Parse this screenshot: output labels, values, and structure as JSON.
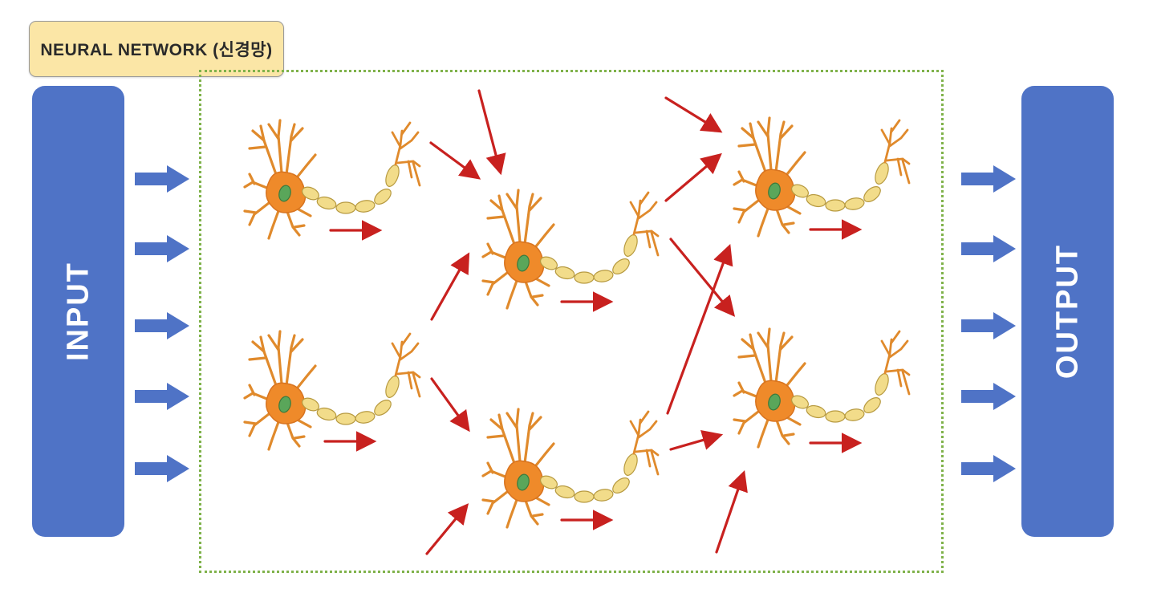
{
  "title": "NEURAL NETWORK (신경망)",
  "input_label": "INPUT",
  "output_label": "OUTPUT",
  "colors": {
    "input_box": "#4f73c6",
    "io_arrow": "#4f73c6",
    "signal_arrow": "#c8211f",
    "soma": "#ef8a2a",
    "dendrite": "#e08a2c",
    "nucleus": "#5aa65a",
    "myelin": "#f2dc8a",
    "region_border": "#7fb24a",
    "title_fill": "#fbe6a6"
  },
  "icon": "neuron-icon"
}
